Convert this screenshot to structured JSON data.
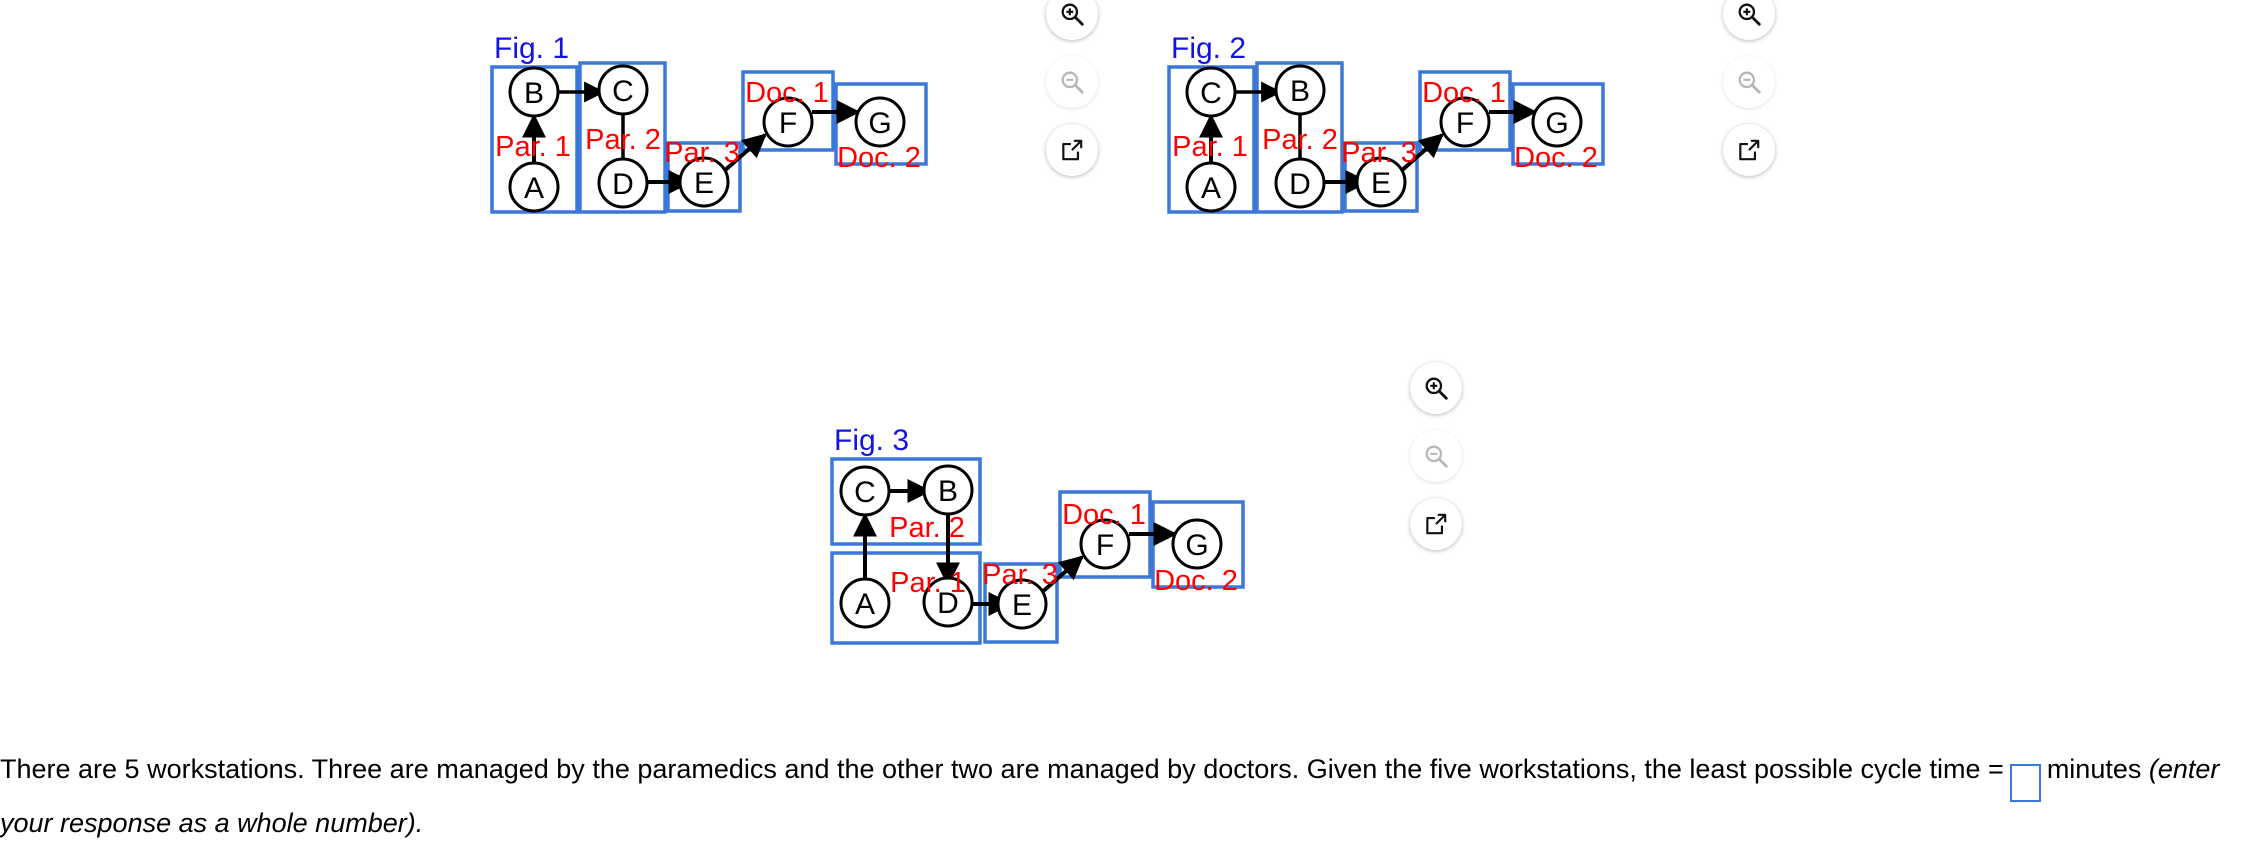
{
  "figures": [
    {
      "id": "fig1",
      "title": "Fig. 1",
      "title_color": "#1414e0",
      "box_color": "#3b78d8",
      "label_color": "#ff0000",
      "node_color": "#000000",
      "stations": [
        {
          "name": "Par. 1",
          "nodes": [
            "B",
            "A"
          ]
        },
        {
          "name": "Par. 2",
          "nodes": [
            "C",
            "D"
          ]
        },
        {
          "name": "Par. 3",
          "nodes": [
            "E"
          ]
        },
        {
          "name": "Doc. 1",
          "nodes": [
            "F"
          ]
        },
        {
          "name": "Doc. 2",
          "nodes": [
            "G"
          ]
        }
      ],
      "edges": [
        "A->B",
        "B->C",
        "C->D",
        "D->E",
        "E->F",
        "F->G"
      ]
    },
    {
      "id": "fig2",
      "title": "Fig. 2",
      "title_color": "#1414e0",
      "box_color": "#3b78d8",
      "label_color": "#ff0000",
      "node_color": "#000000",
      "stations": [
        {
          "name": "Par. 1",
          "nodes": [
            "C",
            "A"
          ]
        },
        {
          "name": "Par. 2",
          "nodes": [
            "B",
            "D"
          ]
        },
        {
          "name": "Par. 3",
          "nodes": [
            "E"
          ]
        },
        {
          "name": "Doc. 1",
          "nodes": [
            "F"
          ]
        },
        {
          "name": "Doc. 2",
          "nodes": [
            "G"
          ]
        }
      ],
      "edges": [
        "A->C",
        "C->B",
        "B->D",
        "D->E",
        "E->F",
        "F->G"
      ]
    },
    {
      "id": "fig3",
      "title": "Fig. 3",
      "title_color": "#1414e0",
      "box_color": "#3b78d8",
      "label_color": "#ff0000",
      "node_color": "#000000",
      "stations": [
        {
          "name": "Par. 2",
          "nodes": [
            "C",
            "B"
          ]
        },
        {
          "name": "Par. 1",
          "nodes": [
            "A",
            "D"
          ]
        },
        {
          "name": "Par. 3",
          "nodes": [
            "E"
          ]
        },
        {
          "name": "Doc. 1",
          "nodes": [
            "F"
          ]
        },
        {
          "name": "Doc. 2",
          "nodes": [
            "G"
          ]
        }
      ],
      "edges": [
        "A->C",
        "C->B",
        "B->D",
        "D->E",
        "E->F",
        "F->G"
      ]
    }
  ],
  "fig1_labels": {
    "title": "Fig. 1",
    "node_B": "B",
    "node_A": "A",
    "node_C": "C",
    "node_D": "D",
    "node_E": "E",
    "node_F": "F",
    "node_G": "G",
    "station_1": "Par. 1",
    "station_2": "Par. 2",
    "station_3": "Par. 3",
    "station_4": "Doc. 1",
    "station_5": "Doc. 2"
  },
  "fig2_labels": {
    "title": "Fig. 2",
    "node_C": "C",
    "node_A": "A",
    "node_B": "B",
    "node_D": "D",
    "node_E": "E",
    "node_F": "F",
    "node_G": "G",
    "station_1": "Par. 1",
    "station_2": "Par. 2",
    "station_3": "Par. 3",
    "station_4": "Doc. 1",
    "station_5": "Doc. 2"
  },
  "fig3_labels": {
    "title": "Fig. 3",
    "node_C": "C",
    "node_B": "B",
    "node_A": "A",
    "node_D": "D",
    "node_E": "E",
    "node_F": "F",
    "node_G": "G",
    "station_1": "Par. 2",
    "station_2": "Par. 1",
    "station_3": "Par. 3",
    "station_4": "Doc. 1",
    "station_5": "Doc. 2"
  },
  "controls": {
    "zoom_in": "zoom-in",
    "zoom_out": "zoom-out",
    "open_new": "open-in-new-window"
  },
  "question": {
    "part1": "There are 5 workstations. Three are managed by the paramedics and the other two are managed by doctors. Given the five workstations, the least possible cycle time =",
    "answer_value": "",
    "part2": "minutes",
    "part3": "(enter your response as a whole number)."
  }
}
